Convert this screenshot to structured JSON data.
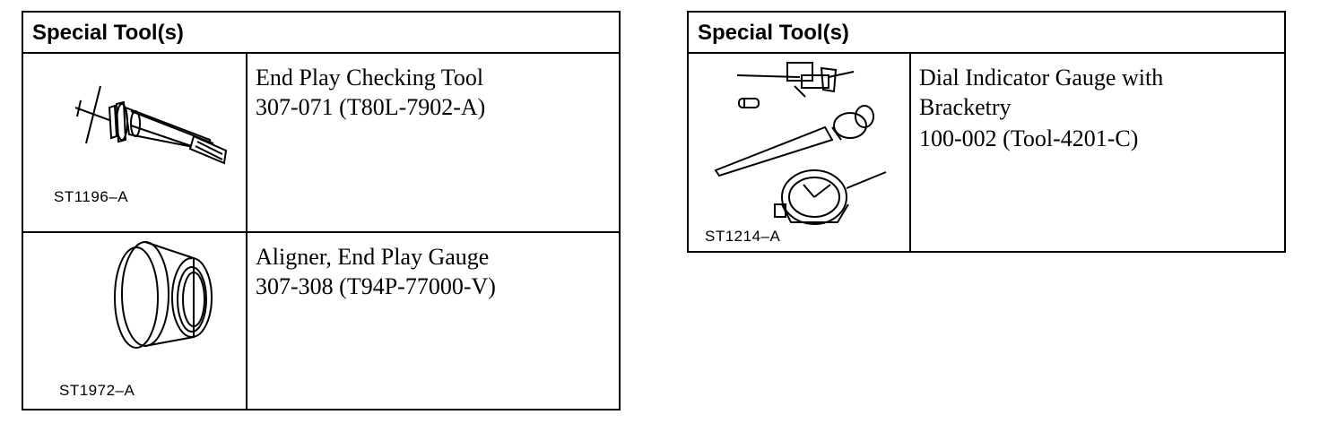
{
  "left_table": {
    "header": "Special Tool(s)",
    "rows": [
      {
        "image_code": "ST1196–A",
        "name": "End Play Checking Tool",
        "number": "307-071 (T80L-7902-A)",
        "icon": "end-play-checking-tool-icon"
      },
      {
        "image_code": "ST1972–A",
        "name": "Aligner, End Play Gauge",
        "number": "307-308 (T94P-77000-V)",
        "icon": "end-play-gauge-aligner-icon"
      }
    ]
  },
  "right_table": {
    "header": "Special Tool(s)",
    "rows": [
      {
        "image_code": "ST1214–A",
        "name_line1": "Dial Indicator Gauge with",
        "name_line2": "Bracketry",
        "number": "100-002 (Tool-4201-C)",
        "icon": "dial-indicator-gauge-icon"
      }
    ]
  }
}
